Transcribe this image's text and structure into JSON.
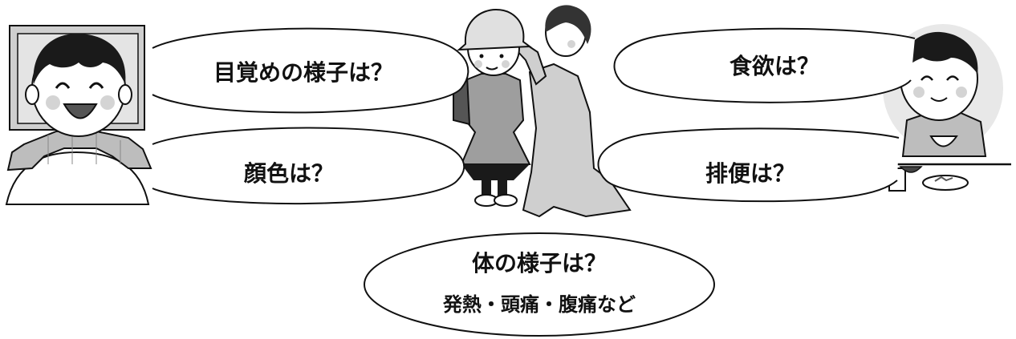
{
  "bubbles": {
    "wake": {
      "label": "目覚めの様子は？"
    },
    "complexion": {
      "label": "顔色は？"
    },
    "appetite": {
      "label": "食欲は？"
    },
    "bowel": {
      "label": "排便は？"
    },
    "body": {
      "label": "体の様子は？",
      "sub": "発熱・頭痛・腹痛など"
    }
  },
  "illustrations": {
    "left": "boy-waking-in-bed",
    "center": "mother-checking-child-forehead",
    "right": "boy-eating-breakfast"
  },
  "colors": {
    "ink": "#111111",
    "shade": "#bdbdbd",
    "light": "#e6e6e6"
  }
}
